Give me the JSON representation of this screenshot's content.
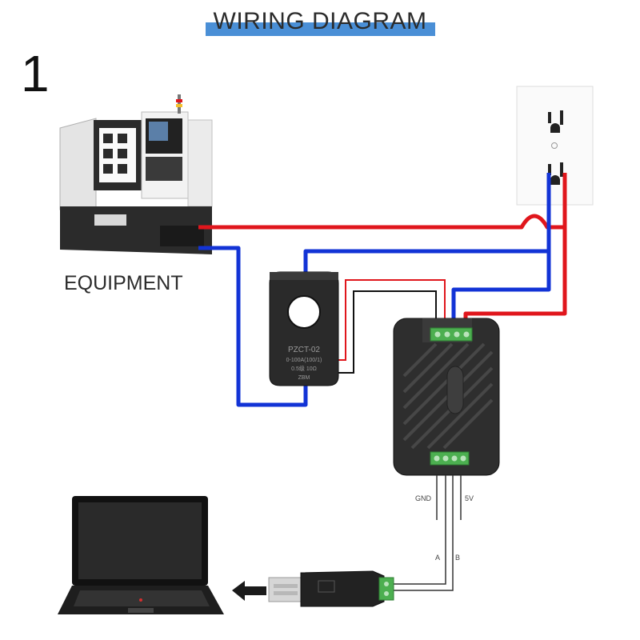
{
  "title": "WIRING DIAGRAM",
  "step": "1",
  "equipment_label": "EQUIPMENT",
  "sensor": {
    "model": "PZCT-02",
    "rating": "0-100A(100/1)",
    "spec": "0.5级  10Ω",
    "maker_mark": "ZBM"
  },
  "module_pins": {
    "gnd": "GND",
    "v5": "5V",
    "a": "A",
    "b": "B"
  },
  "colors": {
    "live": "#e0161c",
    "neutral": "#1233d6",
    "signal": "#111111",
    "accent": "#4a8fd6"
  },
  "icons": [
    "cnc-machine-icon",
    "wall-outlet-icon",
    "current-transformer-icon",
    "meter-module-icon",
    "usb-adapter-icon",
    "laptop-icon",
    "arrow-left-icon"
  ]
}
